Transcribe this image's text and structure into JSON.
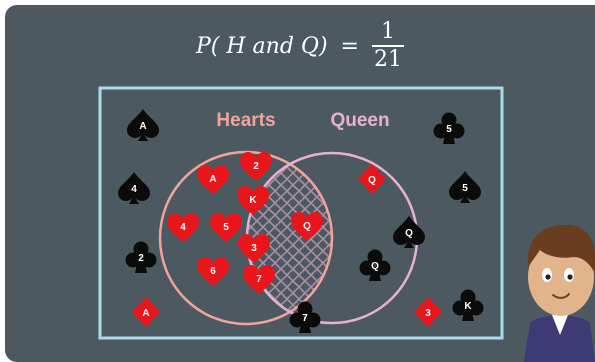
{
  "formula": {
    "lhs": "P( H and Q)",
    "equals": "=",
    "numerator": "1",
    "denominator": "21"
  },
  "sets": {
    "hearts_label": "Hearts",
    "queen_label": "Queen"
  },
  "colors": {
    "background": "#4c5961",
    "frame": "#a9dced",
    "hearts_circle": "#f0a49a",
    "queen_circle": "#e8b2cf",
    "red_card": "#e8151b",
    "black_card": "#0b0b0b"
  },
  "cards": [
    {
      "region": "outside",
      "suit": "spade",
      "rank": "A"
    },
    {
      "region": "outside",
      "suit": "spade",
      "rank": "4"
    },
    {
      "region": "outside",
      "suit": "club",
      "rank": "2"
    },
    {
      "region": "outside",
      "suit": "diamond",
      "rank": "A"
    },
    {
      "region": "outside",
      "suit": "club",
      "rank": "7"
    },
    {
      "region": "outside",
      "suit": "club",
      "rank": "5"
    },
    {
      "region": "outside",
      "suit": "spade",
      "rank": "5"
    },
    {
      "region": "outside",
      "suit": "diamond",
      "rank": "3"
    },
    {
      "region": "outside",
      "suit": "club",
      "rank": "K"
    },
    {
      "region": "hearts",
      "suit": "heart",
      "rank": "2"
    },
    {
      "region": "hearts",
      "suit": "heart",
      "rank": "A"
    },
    {
      "region": "hearts",
      "suit": "heart",
      "rank": "K"
    },
    {
      "region": "hearts",
      "suit": "heart",
      "rank": "4"
    },
    {
      "region": "hearts",
      "suit": "heart",
      "rank": "5"
    },
    {
      "region": "hearts",
      "suit": "heart",
      "rank": "3"
    },
    {
      "region": "hearts",
      "suit": "heart",
      "rank": "6"
    },
    {
      "region": "hearts",
      "suit": "heart",
      "rank": "7"
    },
    {
      "region": "both",
      "suit": "heart",
      "rank": "Q"
    },
    {
      "region": "queen",
      "suit": "diamond",
      "rank": "Q"
    },
    {
      "region": "queen",
      "suit": "spade",
      "rank": "Q"
    },
    {
      "region": "queen",
      "suit": "club",
      "rank": "Q"
    }
  ]
}
